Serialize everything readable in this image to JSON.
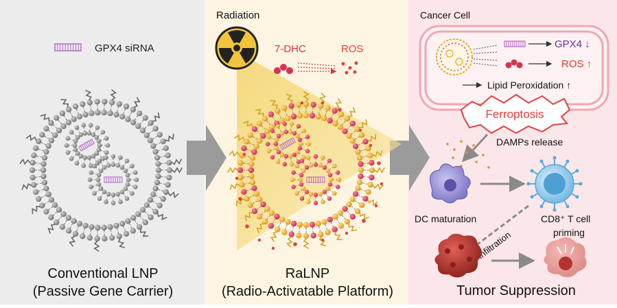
{
  "panels": {
    "left": {
      "legend_siRNA": "GPX4 siRNA",
      "title_line1": "Conventional LNP",
      "title_line2": "(Passive Gene Carrier)"
    },
    "middle": {
      "radiation_label": "Radiation",
      "dhc_label": "7-DHC",
      "ros_label": "ROS",
      "title_line1": "RaLNP",
      "title_line2": "(Radio-Activatable Platform)"
    },
    "right": {
      "cancer_cell_label": "Cancer Cell",
      "gpx4_label": "GPX4 ↓",
      "ros_label": "ROS ↑",
      "lipid_label": "Lipid Peroxidation ↑",
      "ferroptosis_label": "Ferroptosis",
      "damps_label": "DAMPs release",
      "dc_label": "DC maturation",
      "cd8_line1": "CD8⁺ T cell",
      "cd8_line2": "priming",
      "infiltration_label": "Infiltration",
      "title": "Tumor Suppression"
    }
  },
  "colors": {
    "left_bg": "#ececec",
    "middle_bg": "#fdf5e2",
    "right_bg": "#fbe6e9",
    "siRNA": "#b36ac8",
    "dhc": "#d6334f",
    "ros": "#e0413f",
    "gpx4_text": "#6a2f9e",
    "ros_text": "#e03a2a",
    "lipid_bead": "#8a8a8a",
    "gold_bead": "#e9a51f",
    "dc_cell": "#8f8ad2",
    "t_cell": "#7cc0e8",
    "tumor": "#b3342f",
    "arrow_gray": "#9a9a9a"
  }
}
